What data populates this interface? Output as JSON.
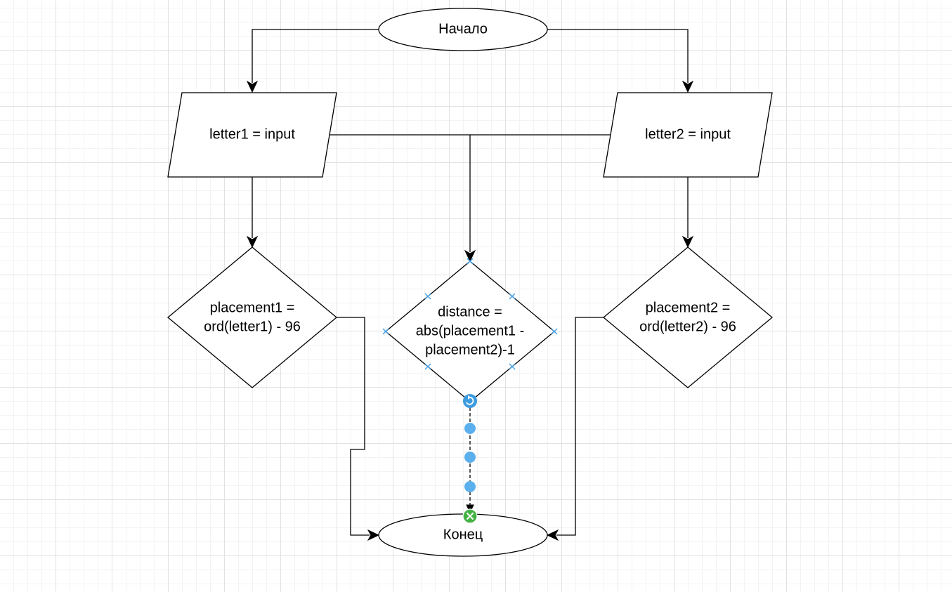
{
  "nodes": {
    "start": "Начало",
    "input1": "letter1 = input",
    "input2": "letter2 = input",
    "calc1": [
      "placement1 =",
      "ord(letter1) - 96"
    ],
    "calc_mid": [
      "distance =",
      "abs(placement1 -",
      "placement2)-1"
    ],
    "calc2": [
      "placement2 =",
      "ord(letter2) - 96"
    ],
    "end": "Конец"
  },
  "colors": {
    "selection": "#4aa3e8",
    "handle": "#5aafec",
    "rotate_handle": "#3d9be0",
    "target_connector": "#44b244"
  },
  "icons": {
    "rotate": "rotate-handle-icon",
    "connect_target": "connect-target-icon"
  }
}
